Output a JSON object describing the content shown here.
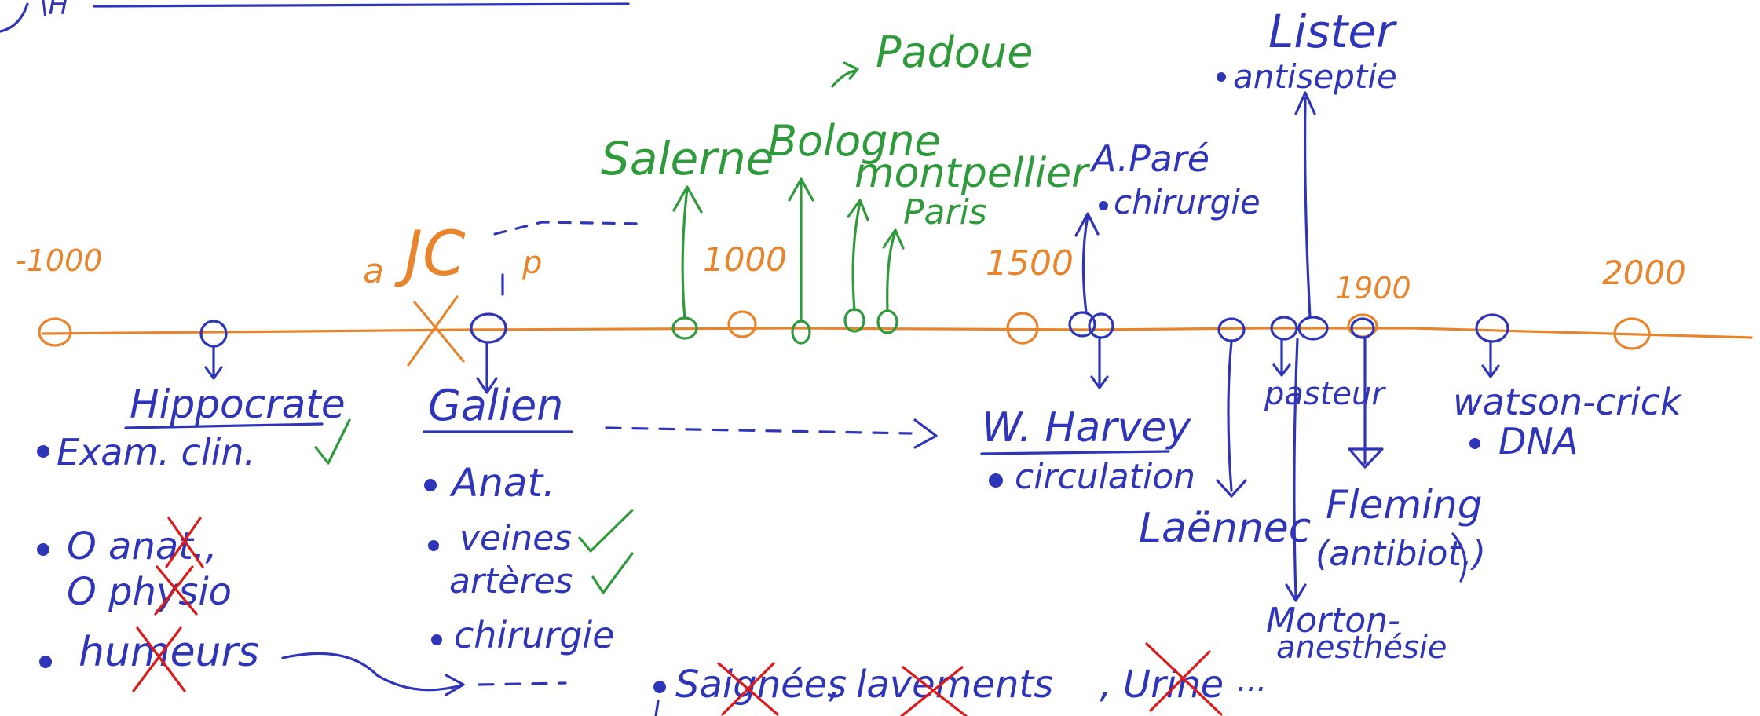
{
  "colors": {
    "timeline": "#e8842c",
    "places": "#2f9a3b",
    "people": "#2f35b8",
    "crossout": "#e01818",
    "checkmark": "#2f9a3b"
  },
  "header_fragment": "\\H",
  "timeline": {
    "year_minus_1000": "-1000",
    "av_jc": "a",
    "jc": "JC",
    "ap_jc": "p",
    "year_1000": "1000",
    "year_1500": "1500",
    "year_1900": "1900",
    "year_2000": "2000"
  },
  "places": {
    "salerne": "Salerne",
    "bologne": "Bologne",
    "padoue": "Padoue",
    "montpellier": "montpellier",
    "paris": "Paris"
  },
  "hippocrate": {
    "name": "Hippocrate",
    "item1": "Exam. clin.",
    "item2_a": "O anat.,",
    "item2_b": "O physio",
    "item3": "humeurs"
  },
  "galien": {
    "name": "Galien",
    "item1": "Anat.",
    "item2_a": "veines",
    "item2_b": "artères",
    "item3": "chirurgie"
  },
  "bottom_note": {
    "part1": "Saignées",
    "part2": "lavements",
    "part3": "Urine"
  },
  "harvey": {
    "name": "W. Harvey",
    "item": "circulation"
  },
  "pare": {
    "name": "A.Paré",
    "item": "chirurgie"
  },
  "lister": {
    "name": "Lister",
    "item": "antiseptie"
  },
  "laennec": {
    "name": "Laënnec"
  },
  "pasteur": {
    "name": "pasteur"
  },
  "fleming": {
    "name": "Fleming",
    "note": "(antibiot.)"
  },
  "morton": {
    "name": "Morton-",
    "note": "anesthésie"
  },
  "watson": {
    "name": "watson-crick",
    "item": "DNA"
  }
}
